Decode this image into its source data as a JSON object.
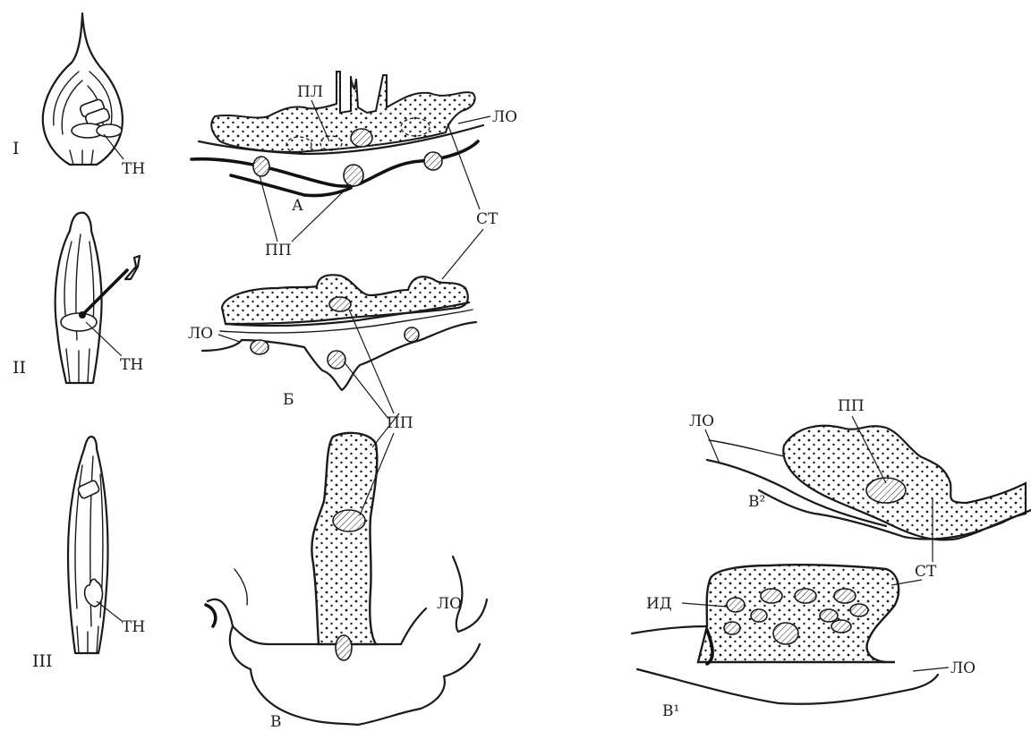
{
  "figure": {
    "background": "#ffffff",
    "ink_color": "#1a1a1a",
    "panels": {
      "I": {
        "numeral": "I",
        "label": "ТН"
      },
      "II": {
        "numeral": "II",
        "label": "ТН"
      },
      "III": {
        "numeral": "III",
        "label": "ТН"
      },
      "A": {
        "letter": "А",
        "labels": {
          "pl": "ПЛ",
          "lo": "ЛО",
          "pp": "ПП",
          "st": "СТ"
        }
      },
      "B": {
        "letter": "Б",
        "labels": {
          "lo": "ЛО",
          "pp": "ПП"
        }
      },
      "V": {
        "letter": "В",
        "labels": {
          "lo": "ЛО"
        }
      },
      "V2": {
        "letter": "В²",
        "labels": {
          "lo": "ЛО",
          "pp": "ПП",
          "st": "СТ"
        }
      },
      "V1": {
        "letter": "В¹",
        "labels": {
          "id": "ИД",
          "lo": "ЛО"
        }
      }
    }
  }
}
